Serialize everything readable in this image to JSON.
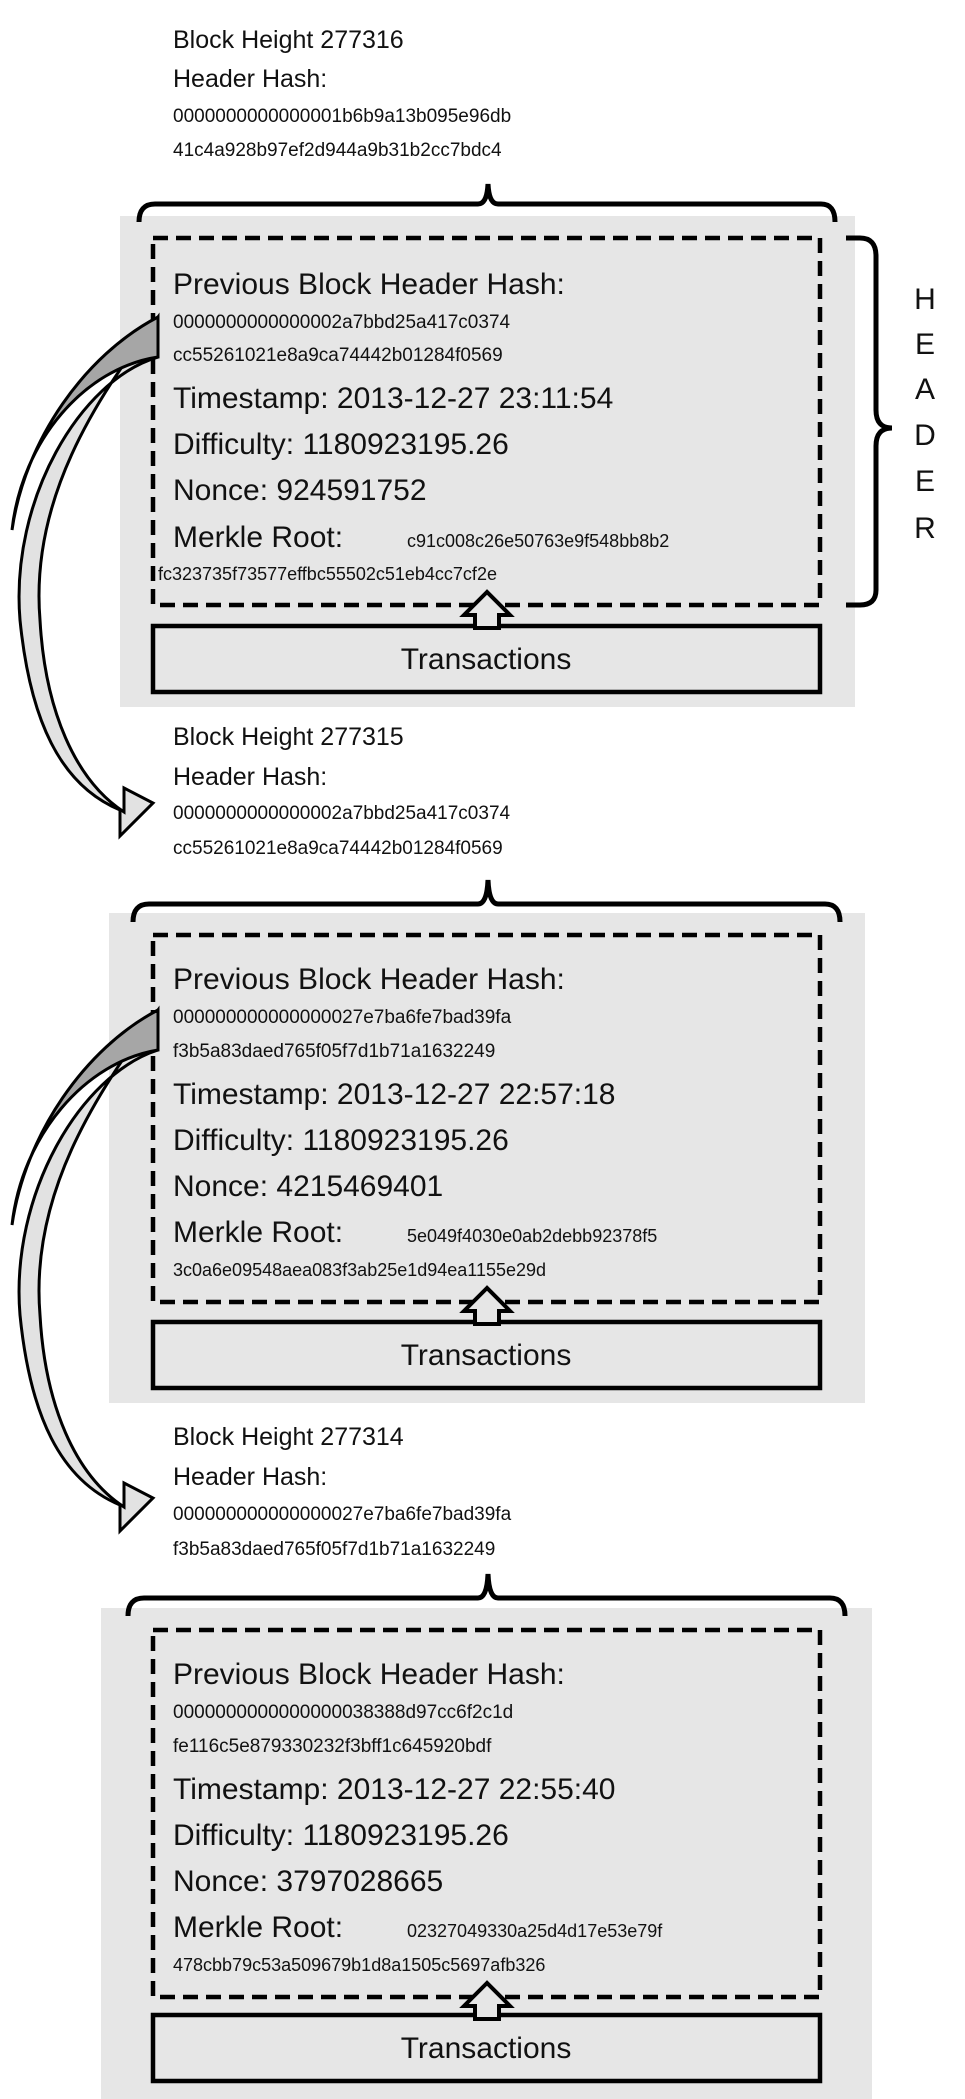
{
  "side_label": [
    "H",
    "E",
    "A",
    "D",
    "E",
    "R"
  ],
  "blocks": [
    {
      "height_label": "Block Height 277316",
      "header_hash_label": "Header Hash:",
      "header_hash_1": "0000000000000001b6b9a13b095e96db",
      "header_hash_2": "41c4a928b97ef2d944a9b31b2cc7bdc4",
      "prev_label": "Previous Block Header Hash:",
      "prev_hash_1": "0000000000000002a7bbd25a417c0374",
      "prev_hash_2": "cc55261021e8a9ca74442b01284f0569",
      "timestamp": "Timestamp: 2013-12-27 23:11:54",
      "difficulty": "Difficulty: 1180923195.26",
      "nonce": "Nonce: 924591752",
      "merkle_label": "Merkle Root:",
      "merkle_1": "c91c008c26e50763e9f548bb8b2",
      "merkle_2": "fc323735f73577effbc55502c51eb4cc7cf2e",
      "transactions": "Transactions"
    },
    {
      "height_label": "Block Height 277315",
      "header_hash_label": "Header Hash:",
      "header_hash_1": "0000000000000002a7bbd25a417c0374",
      "header_hash_2": "cc55261021e8a9ca74442b01284f0569",
      "prev_label": "Previous Block Header Hash:",
      "prev_hash_1": "000000000000000027e7ba6fe7bad39fa",
      "prev_hash_2": "f3b5a83daed765f05f7d1b71a1632249",
      "timestamp": "Timestamp: 2013-12-27 22:57:18",
      "difficulty": "Difficulty: 1180923195.26",
      "nonce": "Nonce: 4215469401",
      "merkle_label": "Merkle Root:",
      "merkle_1": "5e049f4030e0ab2debb92378f5",
      "merkle_2": "3c0a6e09548aea083f3ab25e1d94ea1155e29d",
      "transactions": "Transactions"
    },
    {
      "height_label": "Block Height 277314",
      "header_hash_label": "Header Hash:",
      "header_hash_1": "000000000000000027e7ba6fe7bad39fa",
      "header_hash_2": "f3b5a83daed765f05f7d1b71a1632249",
      "prev_label": "Previous Block Header Hash:",
      "prev_hash_1": "0000000000000000038388d97cc6f2c1d",
      "prev_hash_2": "fe116c5e879330232f3bff1c645920bdf",
      "timestamp": "Timestamp: 2013-12-27 22:55:40",
      "difficulty": "Difficulty: 1180923195.26",
      "nonce": "Nonce: 3797028665",
      "merkle_label": "Merkle Root:",
      "merkle_1": "02327049330a25d4d17e53e79f",
      "merkle_2": "478cbb79c53a509679b1d8a1505c5697afb326",
      "transactions": "Transactions"
    }
  ]
}
